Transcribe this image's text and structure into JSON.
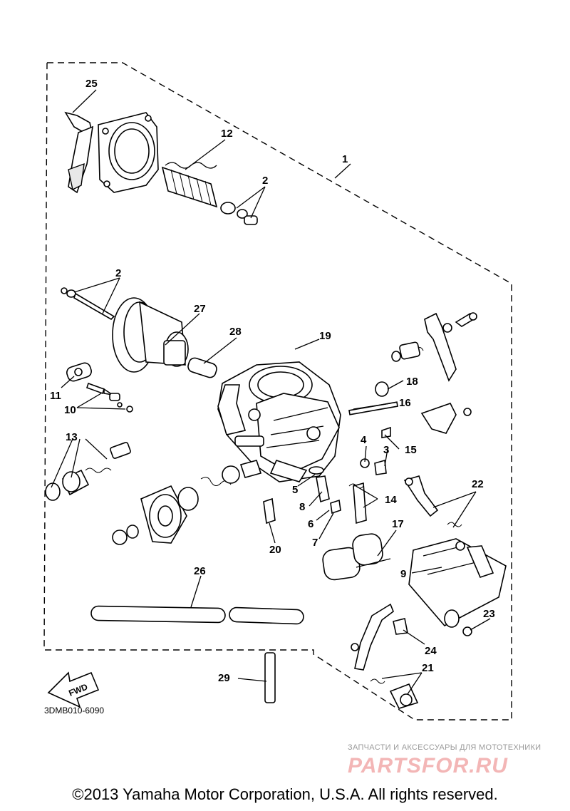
{
  "diagram": {
    "callouts": [
      "1",
      "2",
      "2",
      "3",
      "4",
      "5",
      "6",
      "7",
      "8",
      "9",
      "10",
      "11",
      "12",
      "13",
      "14",
      "15",
      "16",
      "17",
      "18",
      "19",
      "20",
      "21",
      "22",
      "23",
      "24",
      "25",
      "26",
      "27",
      "28",
      "29"
    ],
    "fwd_label": "FWD",
    "code": "3DMB010-6090"
  },
  "watermark": {
    "subtitle": "ЗАПЧАСТИ И АКСЕССУАРЫ ДЛЯ МОТОТЕХНИКИ",
    "logo": "PARTSFOR.RU"
  },
  "footer": {
    "copyright": "©2013 Yamaha Motor Corporation, U.S.A. All rights reserved."
  }
}
